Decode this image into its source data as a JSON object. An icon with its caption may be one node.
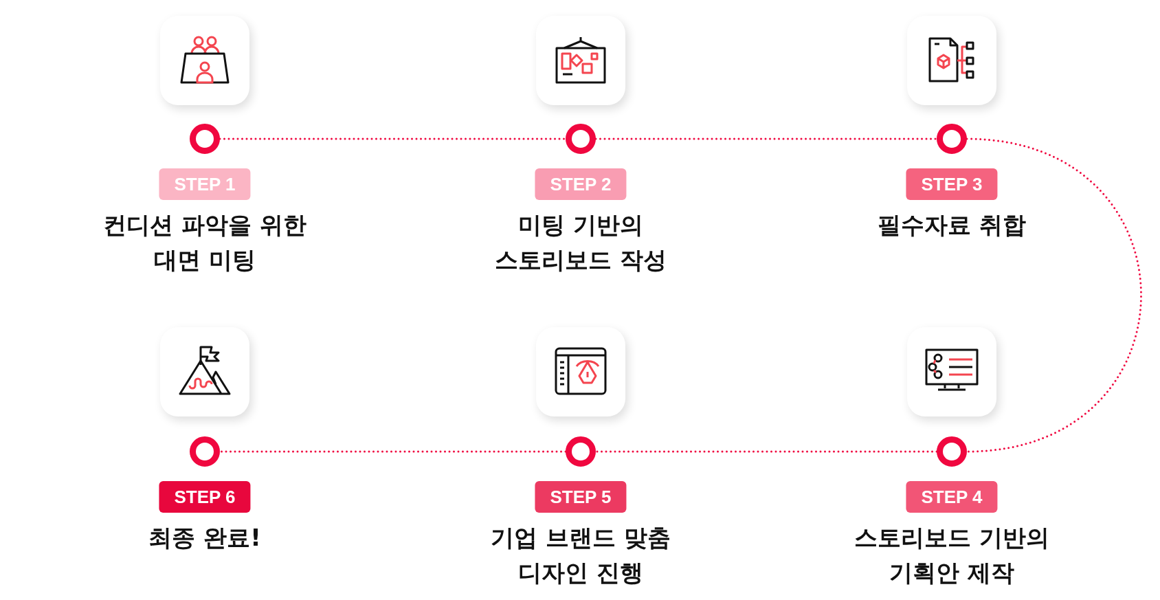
{
  "diagram": {
    "nodes": [
      {
        "text": [],
        "shape": "circle",
        "beside": [
          "STEP 1",
          "컨디션 파악을 위한 대면 미팅"
        ]
      },
      {
        "text": [],
        "shape": "circle",
        "beside": [
          "STEP 2",
          "미팅 기반의 스토리보드 작성"
        ]
      },
      {
        "text": [],
        "shape": "circle",
        "beside": [
          "STEP 3",
          "필수자료 취합"
        ]
      },
      {
        "text": [],
        "shape": "circle",
        "beside": [
          "STEP 4",
          "스토리보드 기반의 기획안 제작"
        ]
      },
      {
        "text": [],
        "shape": "circle",
        "beside": [
          "STEP 5",
          "기업 브랜드 맞춤 디자인 진행"
        ]
      },
      {
        "text": [],
        "shape": "circle",
        "beside": [
          "STEP 6",
          "최종 완료!"
        ]
      }
    ],
    "edges": [
      {
        "from": 0,
        "to": 1,
        "arrow": "none"
      },
      {
        "from": 1,
        "to": 2,
        "arrow": "none"
      },
      {
        "from": 2,
        "to": 3,
        "arrow": "none"
      },
      {
        "from": 3,
        "to": 4,
        "arrow": "none"
      },
      {
        "from": 4,
        "to": 5,
        "arrow": "none"
      }
    ]
  }
}
